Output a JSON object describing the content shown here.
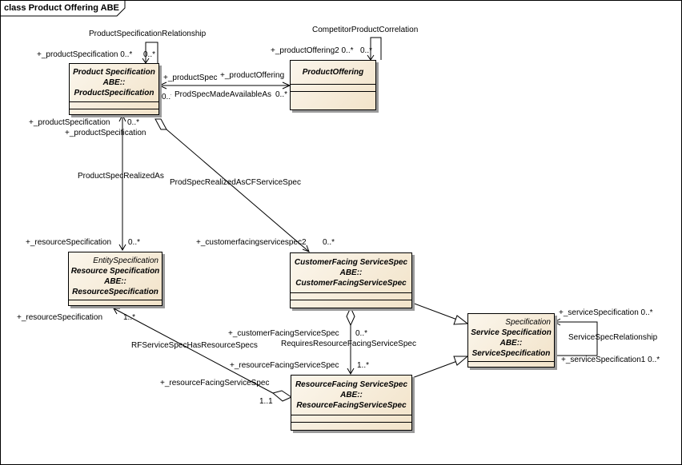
{
  "diagram": {
    "title": "class Product Offering ABE"
  },
  "classes": {
    "product_spec": {
      "lines": [
        "Product Specification",
        "ABE::",
        "ProductSpecification"
      ]
    },
    "product_offering": {
      "lines": [
        "ProductOffering"
      ]
    },
    "resource_spec": {
      "stereotype": "EntitySpecification",
      "lines": [
        "Resource Specification",
        "ABE::",
        "ResourceSpecification"
      ]
    },
    "cfss": {
      "lines": [
        "CustomerFacing ServiceSpec",
        "ABE::",
        "CustomerFacingServiceSpec"
      ]
    },
    "service_spec": {
      "stereotype": "Specification",
      "lines": [
        "Service Specification",
        "ABE::",
        "ServiceSpecification"
      ]
    },
    "rfss": {
      "lines": [
        "ResourceFacing ServiceSpec",
        "ABE::",
        "ResourceFacingServiceSpec"
      ]
    }
  },
  "labels": {
    "product_spec_relationship": "ProductSpecificationRelationship",
    "ps_self_role": "+_productSpecification 0..*",
    "ps_self_mult": "0..*",
    "competitor_correlation": "CompetitorProductCorrelation",
    "po_self_role": "+_productOffering2 0..*",
    "po_self_mult": "0..*",
    "po_assoc_role_spec": "+_productSpec",
    "po_assoc_role_offering": "+_productOffering",
    "po_assoc_name": "ProdSpecMadeAvailableAs",
    "po_assoc_mult_left": "0..*",
    "po_assoc_mult_right": "0..*",
    "ps_role_left": "+_productSpecification",
    "ps_mult_below": "0..*",
    "ps_role_below": "+_productSpecification",
    "ps_realized_as": "ProductSpecRealizedAs",
    "ps_realized_as_cfss": "ProdSpecRealizedAsCFServiceSpec",
    "rs_role_top": "+_resourceSpecification",
    "rs_mult_top": "0..*",
    "cfss_role_top": "+_customerfacingservicespec2",
    "cfss_mult_top": "0..*",
    "rs_role_bottom": "+_resourceSpecification",
    "rs_mult_bottom": "1..*",
    "rf_has_resource_specs": "RFServiceSpecHasResourceSpecs",
    "cfss_role_bottom": "+_customerFacingServiceSpec",
    "cfss_mult_bottom": "0..*",
    "requires_rfss": "RequiresResourceFacingServiceSpec",
    "rfss_role_top": "+_resourceFacingServiceSpec",
    "rfss_mult_top": "1..*",
    "rfss_role_left": "+_resourceFacingServiceSpec",
    "rfss_mult_left": "1..1",
    "ss_role_top": "+_serviceSpecification 0..*",
    "ss_relationship": "ServiceSpecRelationship",
    "ss_role_bottom": "+_serviceSpecification1 0..*"
  }
}
